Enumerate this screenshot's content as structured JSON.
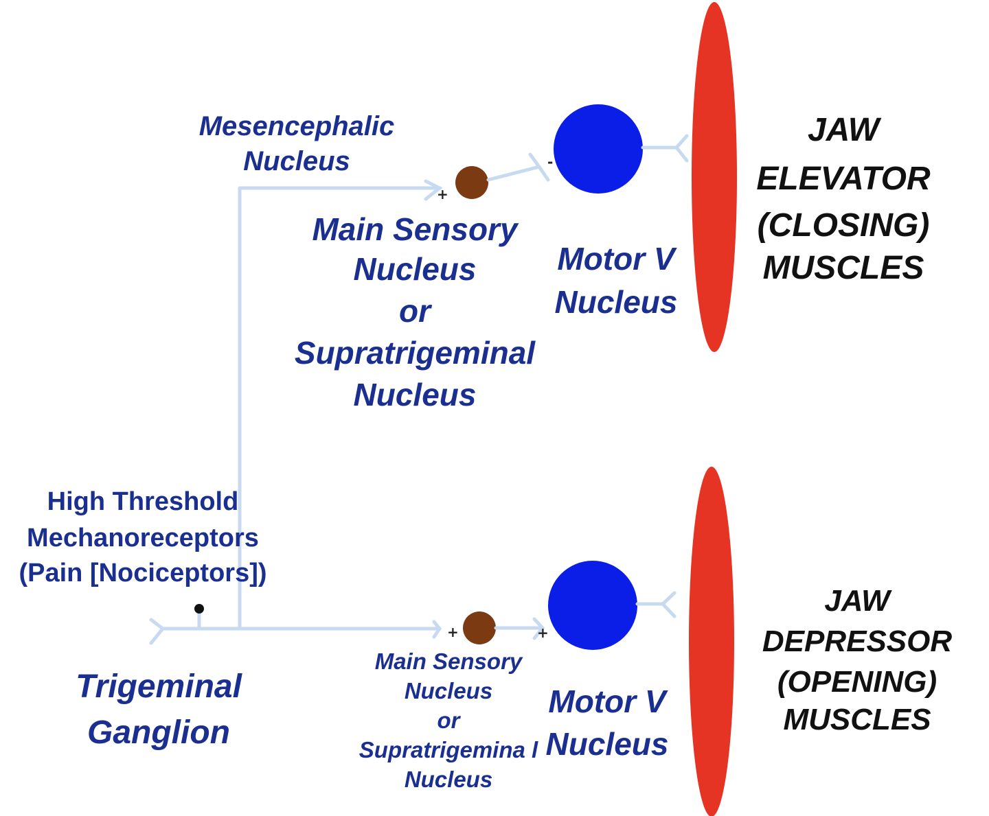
{
  "colors": {
    "text_blue": "#1a2f8f",
    "muscle_red": "#e53424",
    "motor_neuron_blue": "#0a1ee8",
    "sensory_neuron_brown": "#7b3a12",
    "fiber_light_blue": "#c8daf0",
    "muscle_label_black": "#111111"
  },
  "labels": {
    "mesencephalic": [
      "Mesencephalic",
      "Nucleus"
    ],
    "main_sensory_top": [
      "Main Sensory",
      "Nucleus",
      "or",
      "Supratrigeminal",
      "Nucleus"
    ],
    "motor_v_top": [
      "Motor V",
      "Nucleus"
    ],
    "jaw_elevator": [
      "JAW",
      "ELEVATOR",
      "(CLOSING)",
      "MUSCLES"
    ],
    "high_threshold": [
      "High Threshold",
      "Mechanoreceptors",
      "(Pain [Nociceptors])"
    ],
    "trigeminal_ganglion": [
      "Trigeminal",
      "Ganglion"
    ],
    "main_sensory_bottom": [
      "Main Sensory",
      "Nucleus",
      "or",
      "Supratrigemina l",
      "Nucleus"
    ],
    "motor_v_bottom": [
      "Motor V",
      "Nucleus"
    ],
    "jaw_depressor": [
      "JAW",
      "DEPRESSOR",
      "(OPENING)",
      "MUSCLES"
    ]
  },
  "synapse_signs": {
    "top_sensory_to_main": "+",
    "top_main_to_motor": "-",
    "bottom_sensory_to_main": "+",
    "bottom_main_to_motor": "+"
  }
}
